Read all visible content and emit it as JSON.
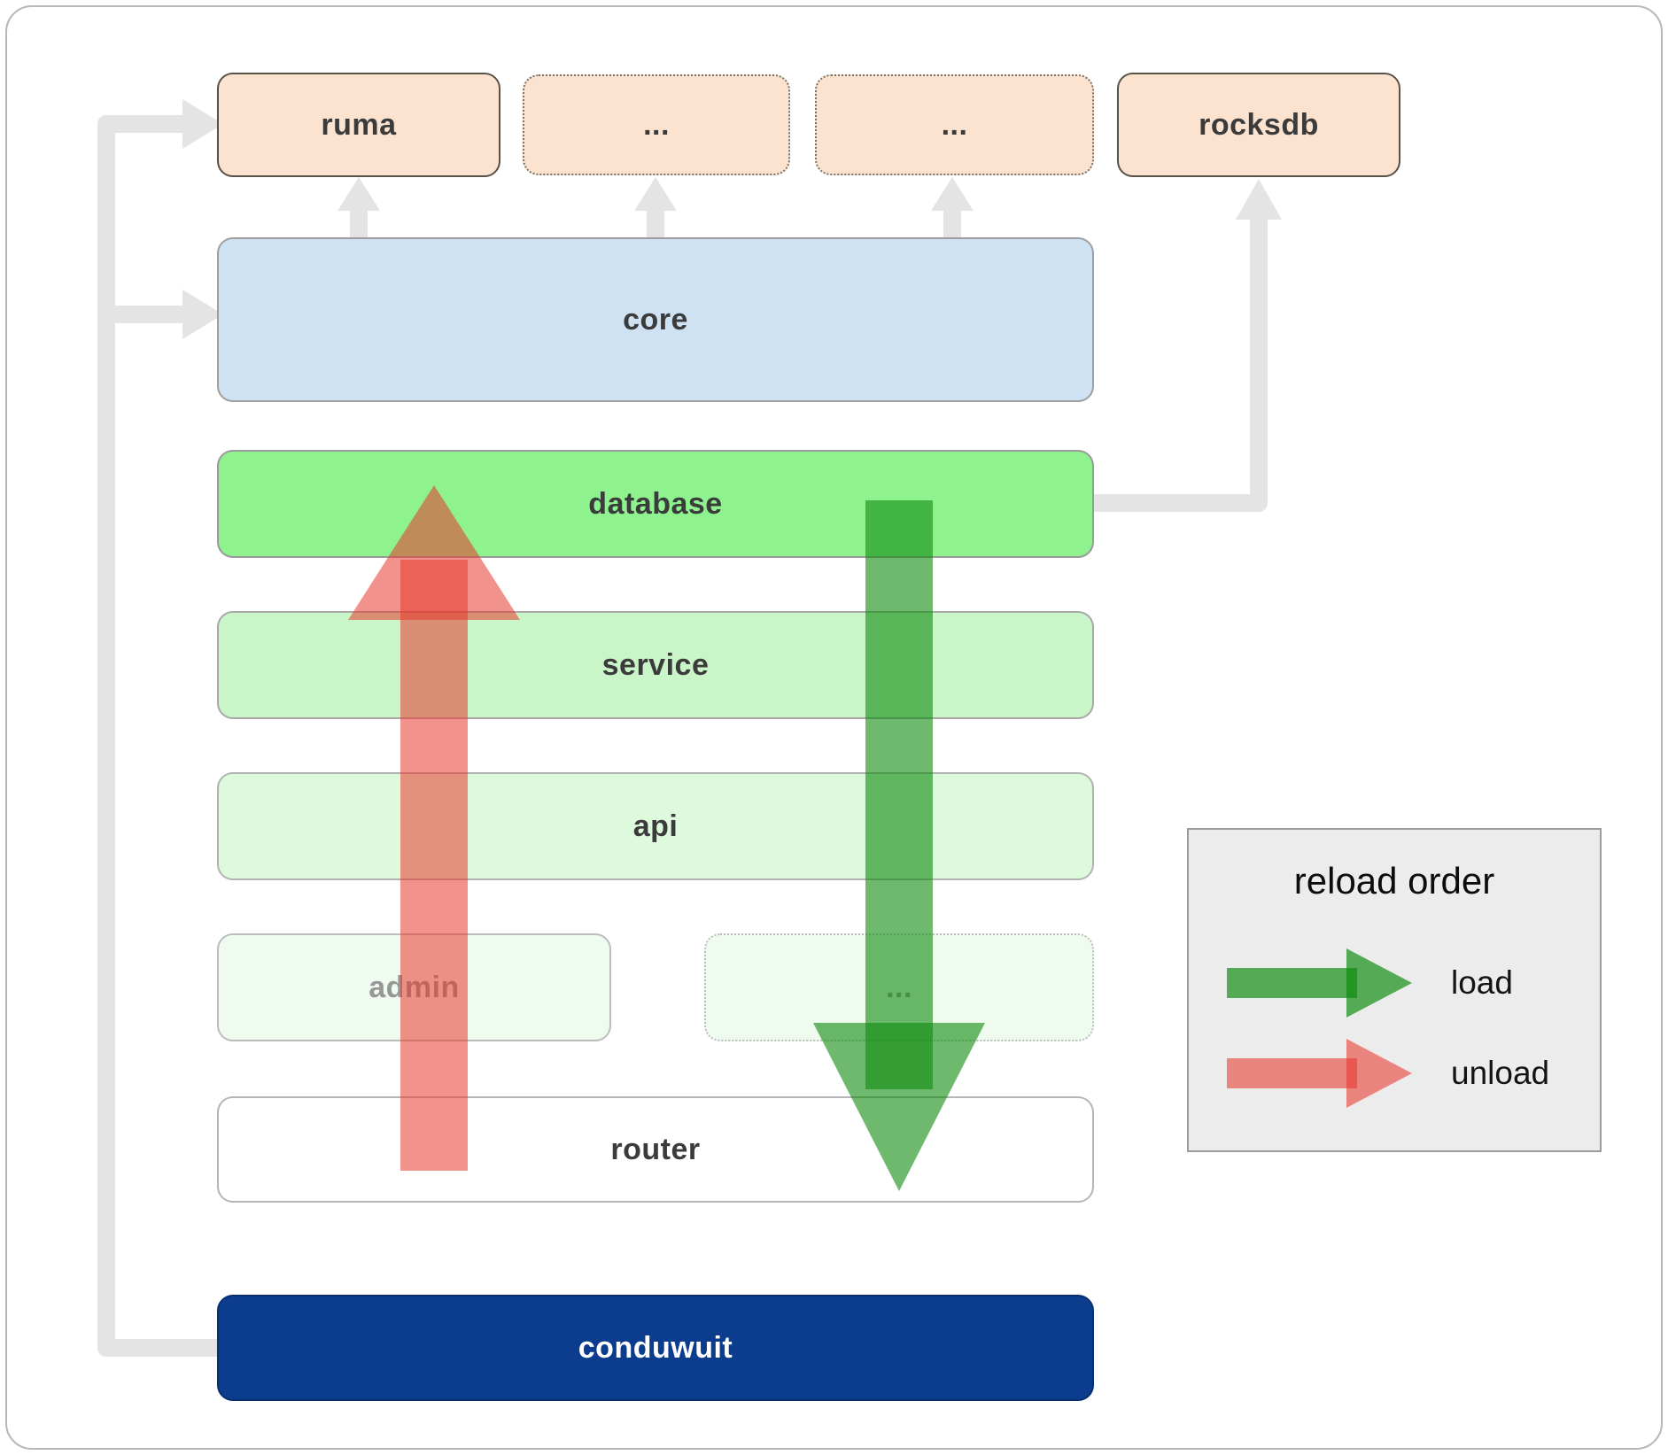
{
  "diagram": {
    "boxes": {
      "ruma": {
        "label": "ruma"
      },
      "ext1": {
        "label": "..."
      },
      "ext2": {
        "label": "..."
      },
      "rocksdb": {
        "label": "rocksdb"
      },
      "core": {
        "label": "core"
      },
      "database": {
        "label": "database"
      },
      "service": {
        "label": "service"
      },
      "api": {
        "label": "api"
      },
      "admin": {
        "label": "admin"
      },
      "ext3": {
        "label": "..."
      },
      "router": {
        "label": "router"
      },
      "conduwuit": {
        "label": "conduwuit"
      }
    },
    "legend": {
      "title": "reload order",
      "load_label": "load",
      "unload_label": "unload"
    },
    "colors": {
      "module_peach": "#fbe3d0",
      "core_blue": "#cfe2f3",
      "database_green": "#8ef28e",
      "service_green": "#c9f5c9",
      "api_green": "#ddfadd",
      "admin_green": "#eefbee",
      "conduwuit_navy": "#0b3c8d",
      "load_arrow_green": "#0e8a0e",
      "unload_arrow_red": "#e8382e",
      "connector_gray": "#e4e4e4"
    }
  }
}
